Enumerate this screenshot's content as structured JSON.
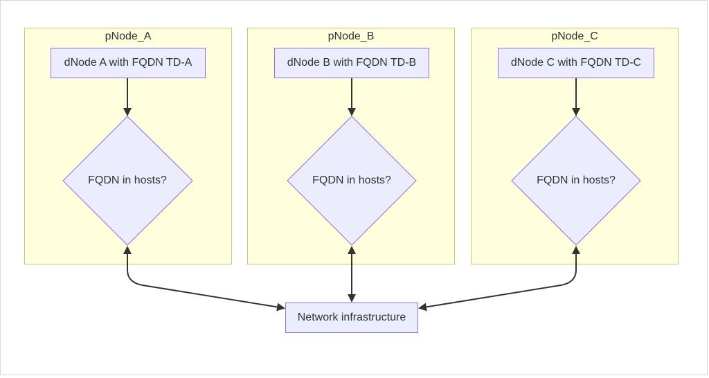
{
  "clusters": [
    {
      "title": "pNode_A",
      "dnode_label": "dNode A with FQDN TD-A",
      "decision_label": "FQDN in hosts?"
    },
    {
      "title": "pNode_B",
      "dnode_label": "dNode B with FQDN TD-B",
      "decision_label": "FQDN in hosts?"
    },
    {
      "title": "pNode_C",
      "dnode_label": "dNode C with FQDN TD-C",
      "decision_label": "FQDN in hosts?"
    }
  ],
  "network": {
    "label": "Network infrastructure"
  },
  "colors": {
    "cluster_fill": "#ffffde",
    "cluster_stroke": "#c7c77a",
    "node_fill": "#ececff",
    "node_stroke": "#9370db",
    "edge": "#333333"
  }
}
